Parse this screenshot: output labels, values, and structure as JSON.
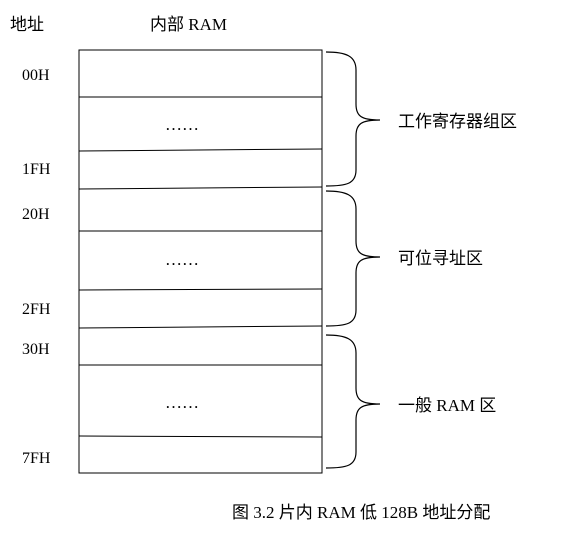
{
  "headers": {
    "address": "地址",
    "memory": "内部 RAM"
  },
  "addresses": [
    "00H",
    "1FH",
    "20H",
    "2FH",
    "30H",
    "7FH"
  ],
  "ellipsis": "……",
  "regions": [
    {
      "label": "工作寄存器组区"
    },
    {
      "label": "可位寻址区"
    },
    {
      "label": "一般 RAM 区"
    }
  ],
  "caption": "图 3.2 片内 RAM 低 128B 地址分配",
  "colors": {
    "line": "#000000",
    "background": "#ffffff"
  }
}
